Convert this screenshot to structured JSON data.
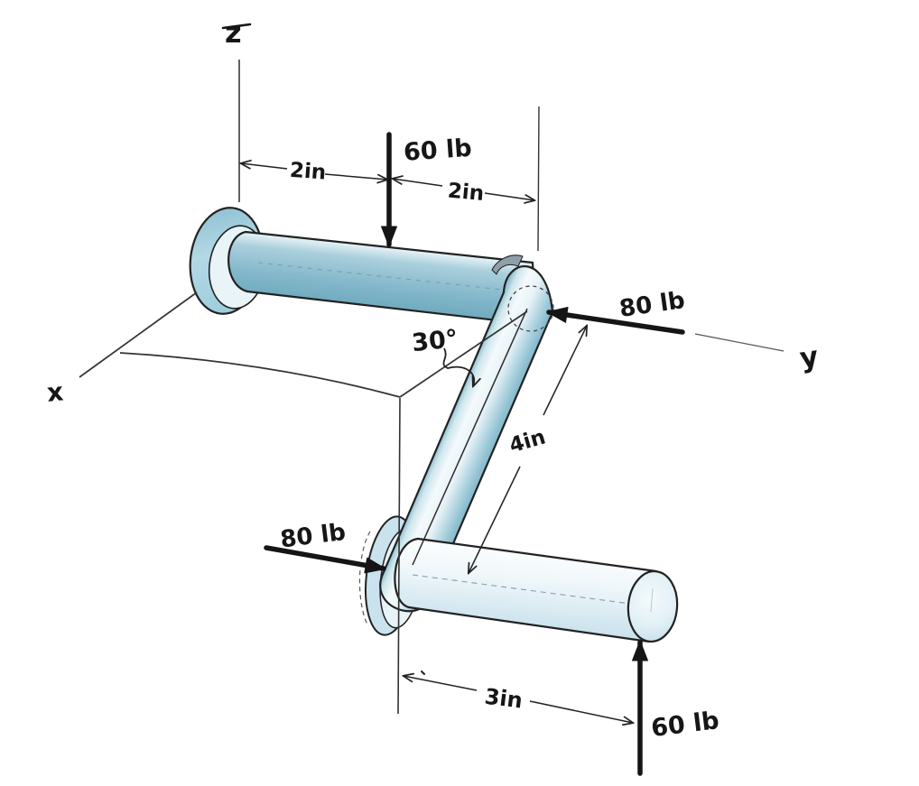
{
  "diagram": {
    "description": "Hand-drawn 3D statics diagram of a crankshaft with two bearing shafts, an inclined crank arm, applied forces and dimensions",
    "axes": {
      "z": "z",
      "x": "x",
      "y": "y"
    },
    "forces": {
      "top": {
        "label": "60 lb",
        "direction": "down"
      },
      "right": {
        "label": "80 lb",
        "direction": "left"
      },
      "left": {
        "label": "80 lb",
        "direction": "right"
      },
      "bottom": {
        "label": "60 lb",
        "direction": "up"
      }
    },
    "dimensions": {
      "top_left": {
        "label": "2in"
      },
      "top_right": {
        "label": "2in"
      },
      "arm": {
        "label": "4in"
      },
      "bottom": {
        "label": "3in"
      }
    },
    "angle": {
      "label": "30°"
    },
    "colors": {
      "ink": "#161616",
      "outline": "#222222",
      "shaft_teal": "#7fb2c6",
      "shaft_dark": "#5f9bb0",
      "pale_face": "#e9f4f8",
      "cylinder_pale": "#dcedf3",
      "background": "#ffffff"
    }
  }
}
